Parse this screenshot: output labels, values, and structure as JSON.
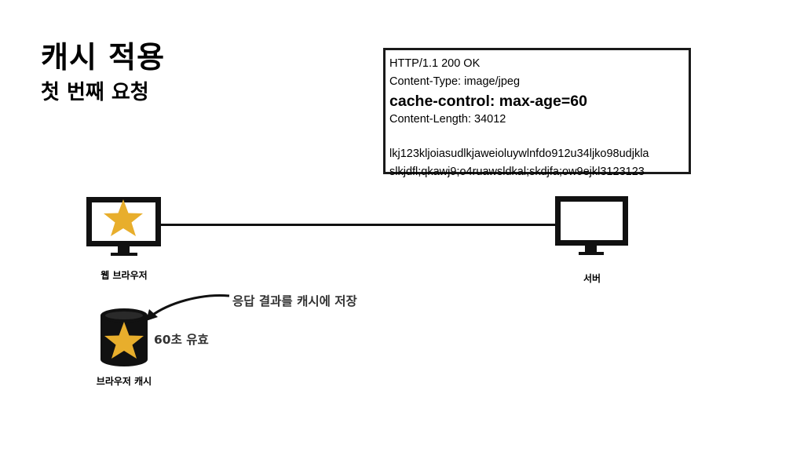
{
  "title": "캐시 적용",
  "subtitle": "첫 번째 요청",
  "response": {
    "status_line": "HTTP/1.1 200 OK",
    "content_type": "Content-Type: image/jpeg",
    "cache_control": "cache-control: max-age=60",
    "content_length": "Content-Length: 34012",
    "body_line1": "lkj123kljoiasudlkjaweioluywlnfdo912u34ljko98udjkla",
    "body_line2": "slkjdfl;qkawj9;o4ruawsldkal;skdjfa;ow9ejkl3123123"
  },
  "nodes": {
    "browser_label": "웹 브라우저",
    "server_label": "서버",
    "cache_label": "브라우저 캐시"
  },
  "annotations": {
    "store_in_cache": "응답 결과를 캐시에 저장",
    "valid_duration": "60초 유효"
  },
  "colors": {
    "star": "#e8ae2c",
    "outline": "#111111",
    "annotation_text": "#333333"
  }
}
